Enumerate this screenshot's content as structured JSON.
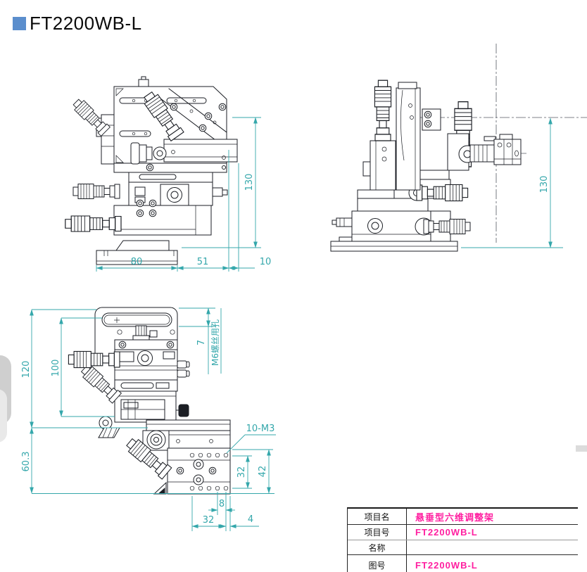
{
  "header": {
    "title": "FT2200WB-L"
  },
  "colors": {
    "accent_blue": "#5B8ECD",
    "dimension_teal": "#34A7AB",
    "value_magenta": "#FF1FA0",
    "line_dark": "#1B1E24"
  },
  "views": {
    "front": {
      "height": "130",
      "base_width": "80",
      "mid_width": "51",
      "right_width": "10"
    },
    "side": {
      "height": "130"
    },
    "bottom_front": {
      "total_height": "120",
      "upper_height": "100",
      "lower_height": "60.3",
      "slot_depth": "7",
      "slot_note": "M6螺丝用孔",
      "thread_note": "10-M3",
      "inner_height": "32",
      "plate_height": "42",
      "hole_pitch": "8",
      "bottom_width": "32",
      "edge_offset": "4"
    }
  },
  "title_block": {
    "rows": [
      {
        "label": "项目名",
        "value": "悬垂型六维调整架"
      },
      {
        "label": "项目号",
        "value": "FT2200WB-L"
      },
      {
        "label": "名称",
        "value": ""
      },
      {
        "label": "图号",
        "value": "FT2200WB-L"
      }
    ]
  }
}
